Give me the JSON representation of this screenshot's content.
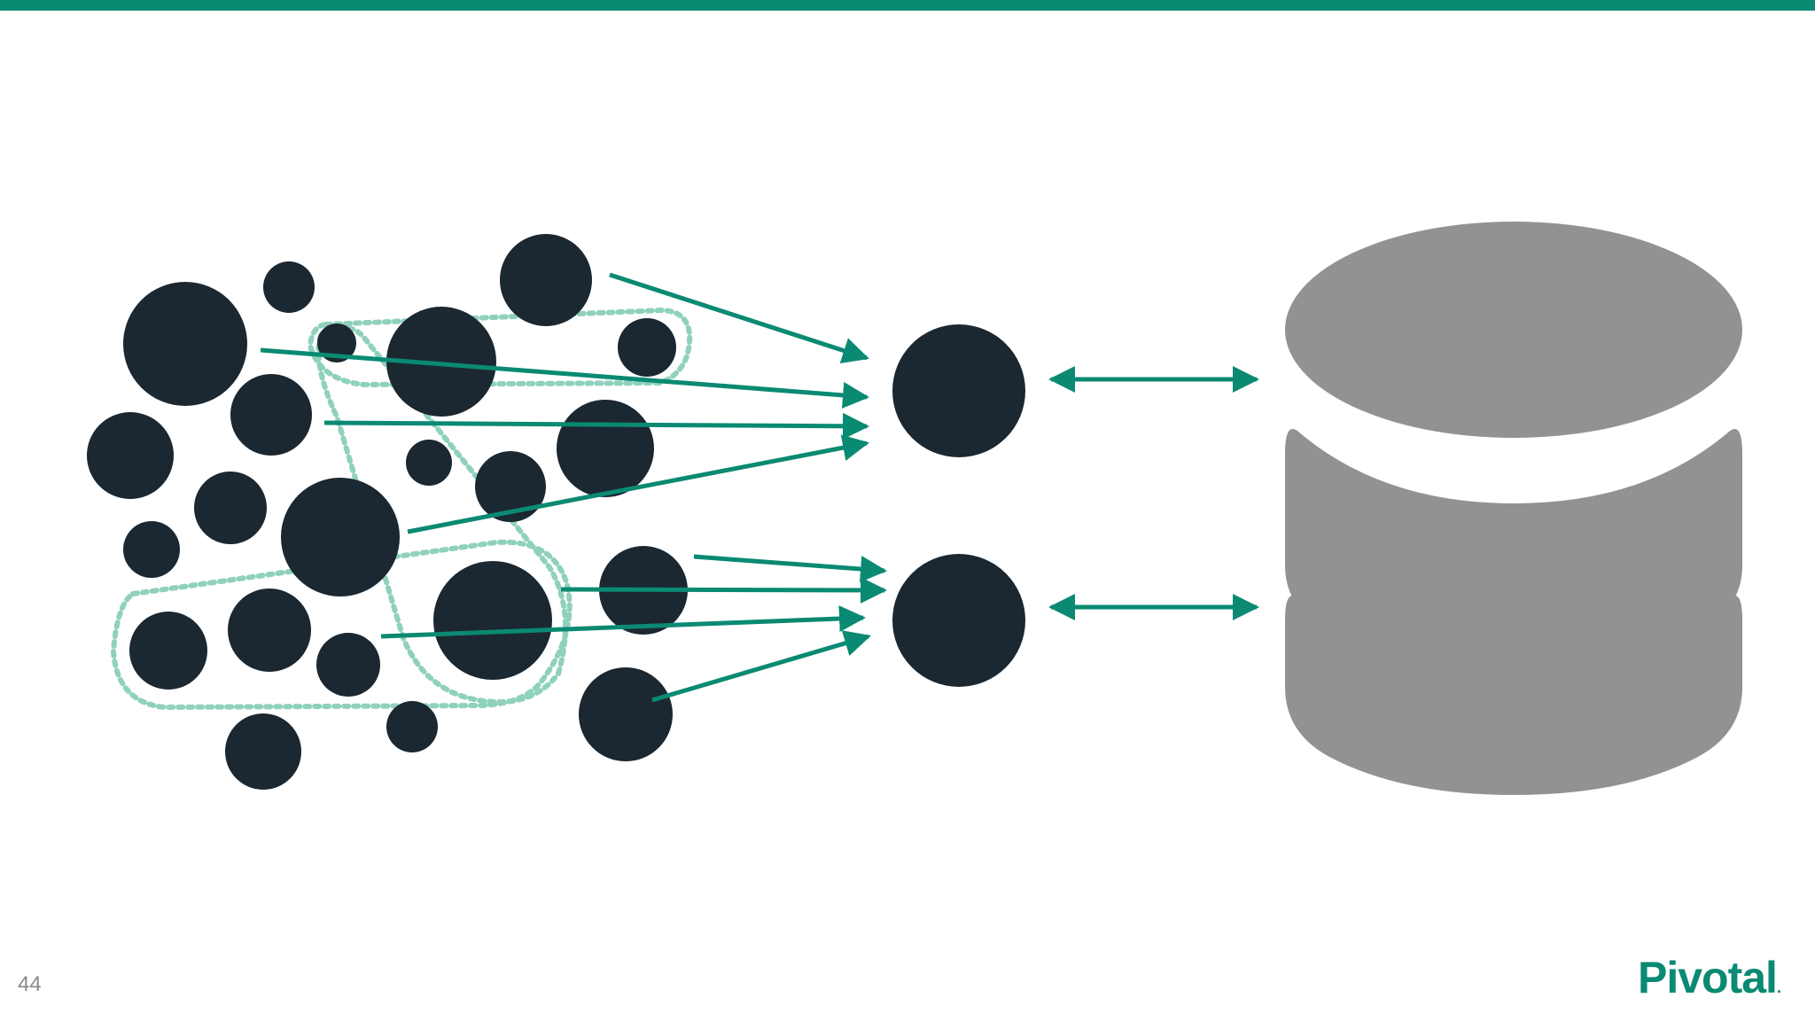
{
  "slide": {
    "number": "44"
  },
  "brand": {
    "name": "Pivotal"
  },
  "colors": {
    "accent": "#0a8a72",
    "dot": "#1b2731",
    "dashed": "#8fd1bd",
    "database": "#929194"
  },
  "diagram": {
    "icons": [
      "microservice-dot",
      "service-node",
      "database-icon"
    ]
  }
}
